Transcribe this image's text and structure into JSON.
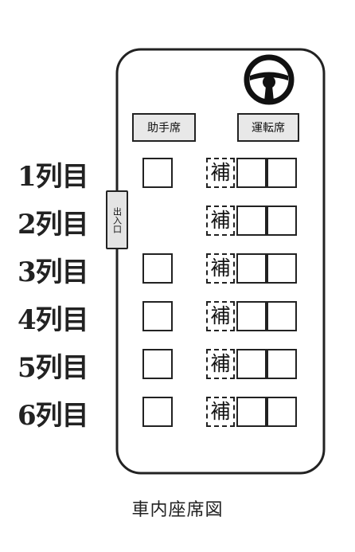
{
  "rows": [
    {
      "label": "1列目",
      "aux_label": "補",
      "has_left_seat": true
    },
    {
      "label": "2列目",
      "aux_label": "補",
      "has_left_seat": false
    },
    {
      "label": "3列目",
      "aux_label": "補",
      "has_left_seat": true
    },
    {
      "label": "4列目",
      "aux_label": "補",
      "has_left_seat": true
    },
    {
      "label": "5列目",
      "aux_label": "補",
      "has_left_seat": true
    },
    {
      "label": "6列目",
      "aux_label": "補",
      "has_left_seat": true
    }
  ],
  "front": {
    "passenger_seat_label": "助手席",
    "driver_seat_label": "運転席"
  },
  "door_label": "出入口",
  "caption": "車内座席図",
  "icons": {
    "steering": "steering-wheel-icon"
  },
  "colors": {
    "line": "#222222",
    "plate_fill": "#e8e8e8",
    "background": "#ffffff"
  }
}
